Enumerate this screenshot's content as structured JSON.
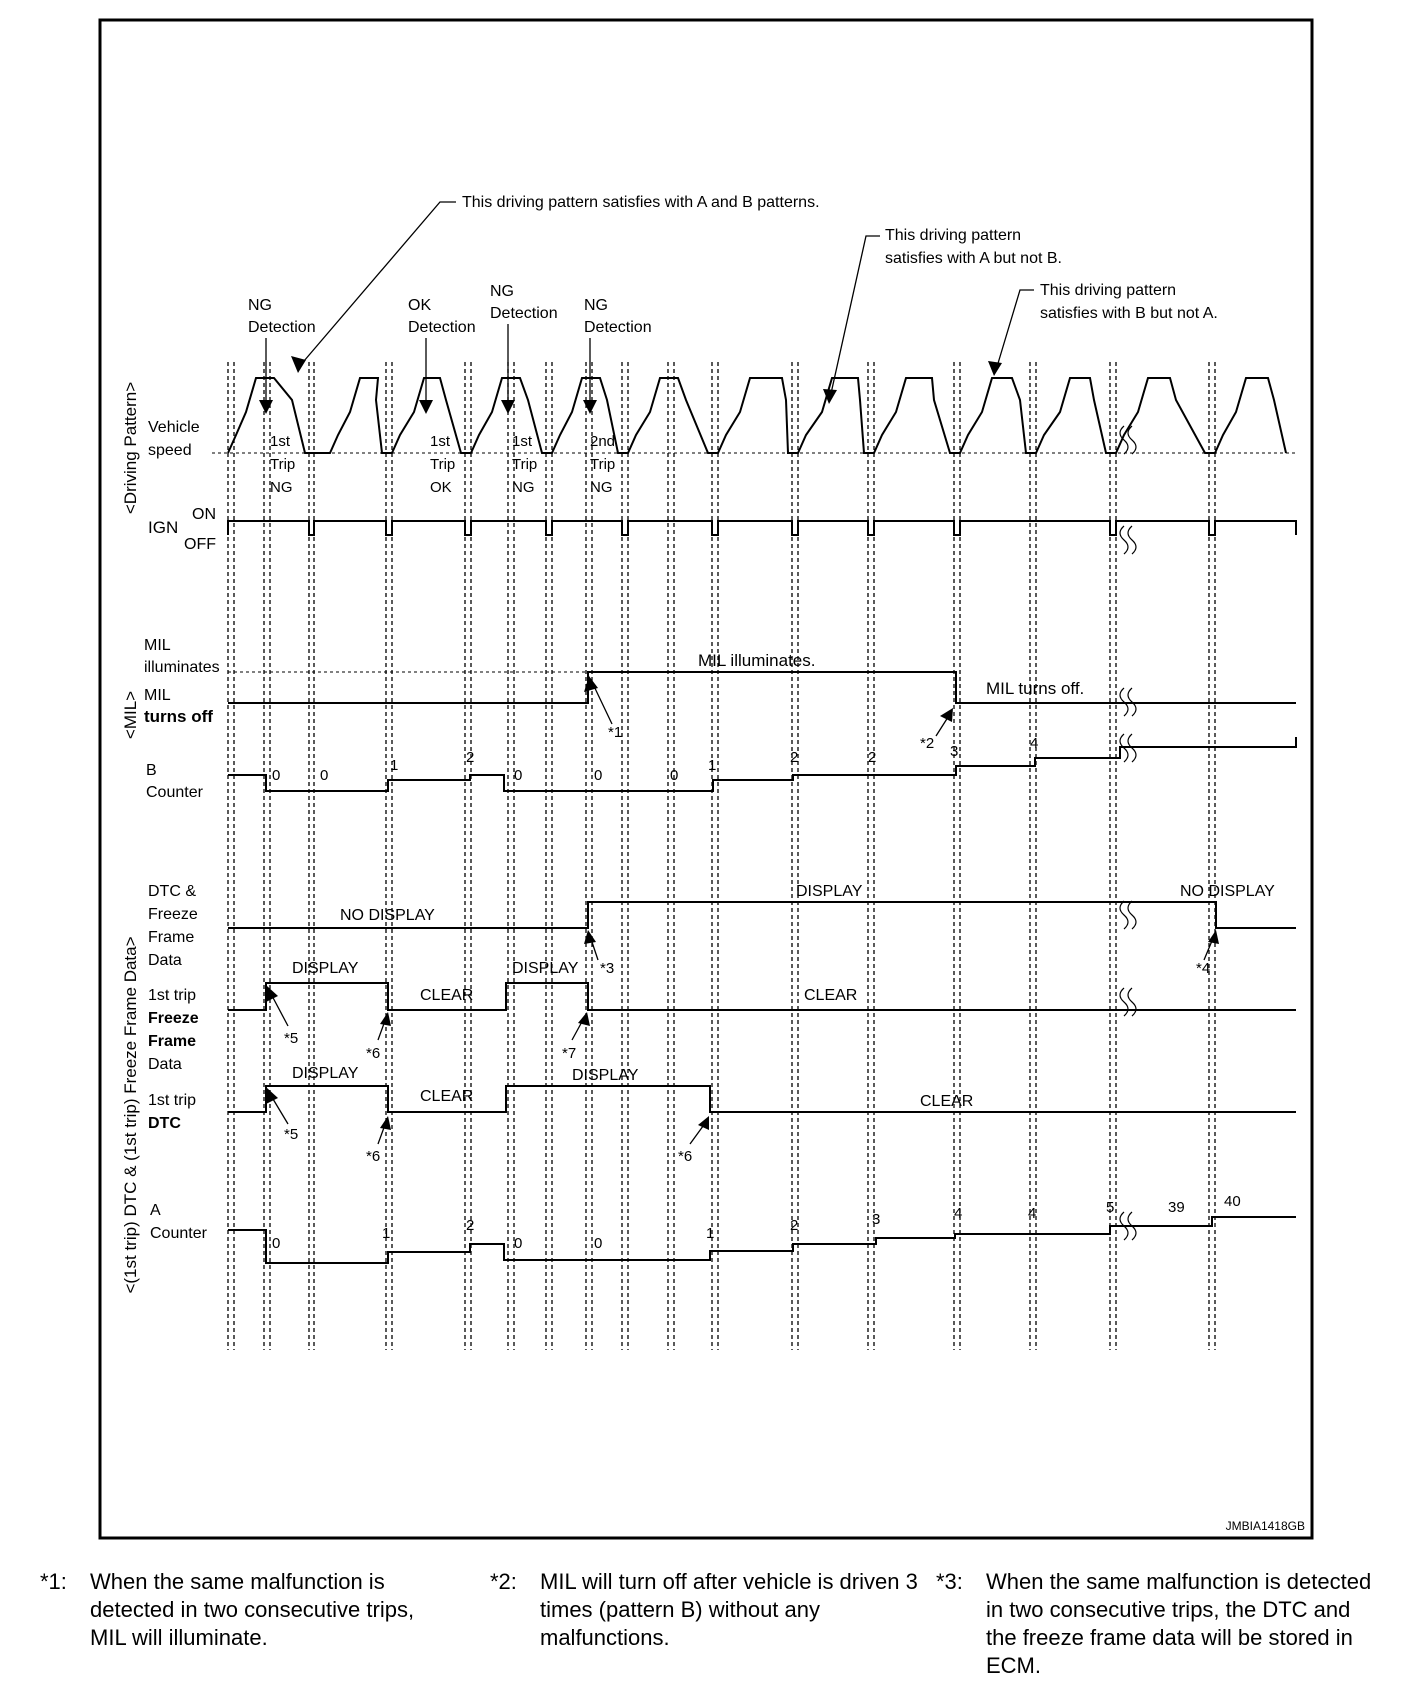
{
  "callouts": {
    "both": "This driving pattern satisfies with A and B patterns.",
    "a_not_b": [
      "This driving pattern",
      "satisfies with A but not B."
    ],
    "b_not_a": [
      "This driving pattern",
      "satisfies with B but not A."
    ]
  },
  "detections": [
    [
      "NG",
      "Detection"
    ],
    [
      "OK",
      "Detection"
    ],
    [
      "NG",
      "Detection"
    ],
    [
      "NG",
      "Detection"
    ]
  ],
  "section_labels": {
    "driving": "<Driving Pattern>",
    "mil": "<MIL>",
    "dtc": "<(1st trip) DTC & (1st trip) Freeze Frame Data>"
  },
  "row_labels": {
    "vehicle_speed": [
      "Vehicle",
      "speed"
    ],
    "ign": "IGN",
    "ign_on": "ON",
    "ign_off": "OFF",
    "mil_illuminates": [
      "MIL",
      "illuminates"
    ],
    "mil_turns_off": [
      "MIL",
      "turns off"
    ],
    "b_counter": [
      "B",
      "Counter"
    ],
    "dtc_ffd": [
      "DTC &",
      "Freeze",
      "Frame",
      "Data"
    ],
    "ffd_1st": [
      "1st trip",
      "Freeze",
      "Frame",
      "Data"
    ],
    "dtc_1st": [
      "1st trip",
      "DTC"
    ],
    "a_counter": [
      "A",
      "Counter"
    ]
  },
  "trip_labels": [
    [
      "1st",
      "Trip",
      "NG"
    ],
    [
      "1st",
      "Trip",
      "OK"
    ],
    [
      "1st",
      "Trip",
      "NG"
    ],
    [
      "2nd",
      "Trip",
      "NG"
    ]
  ],
  "state_text": {
    "mil_on": "MIL illuminates.",
    "mil_off": "MIL turns off.",
    "no_display": "NO DISPLAY",
    "display": "DISPLAY",
    "clear": "CLEAR"
  },
  "markers": [
    "*1",
    "*2",
    "*3",
    "*4",
    "*5",
    "*6",
    "*7"
  ],
  "b_counter_values": [
    "0",
    "0",
    "1",
    "2",
    "0",
    "0",
    "0",
    "1",
    "2",
    "2",
    "3",
    "4"
  ],
  "a_counter_values": [
    "0",
    "1",
    "2",
    "0",
    "0",
    "1",
    "2",
    "3",
    "4",
    "4",
    "5",
    "39",
    "40"
  ],
  "figure_code": "JMBIA1418GB",
  "notes": [
    {
      "mark": "*1:",
      "text": "When the same malfunction is detected in two consecutive trips, MIL will illuminate."
    },
    {
      "mark": "*2:",
      "text": "MIL will turn off after vehicle is driven 3 times (pattern B) without any malfunctions."
    },
    {
      "mark": "*3:",
      "text": "When the same malfunction is detected in two consecutive trips, the DTC and the freeze frame data will be stored in ECM."
    }
  ]
}
